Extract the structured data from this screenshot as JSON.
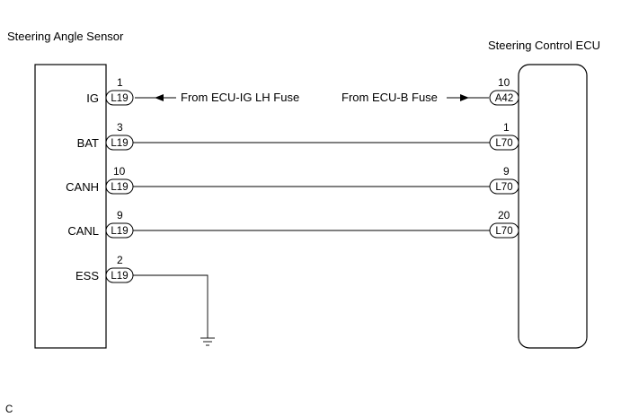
{
  "left_component": {
    "title": "Steering Angle Sensor"
  },
  "right_component": {
    "title": "Steering Control ECU"
  },
  "left_pins": [
    {
      "name": "IG",
      "pin": "1",
      "connector": "L19"
    },
    {
      "name": "BAT",
      "pin": "3",
      "connector": "L19"
    },
    {
      "name": "CANH",
      "pin": "10",
      "connector": "L19"
    },
    {
      "name": "CANL",
      "pin": "9",
      "connector": "L19"
    },
    {
      "name": "ESS",
      "pin": "2",
      "connector": "L19"
    }
  ],
  "right_pins": [
    {
      "pin": "10",
      "connector": "A42"
    },
    {
      "pin": "1",
      "connector": "L70"
    },
    {
      "pin": "9",
      "connector": "L70"
    },
    {
      "pin": "20",
      "connector": "L70"
    }
  ],
  "fuse_labels": {
    "left": "From ECU-IG LH Fuse",
    "right": "From ECU-B Fuse"
  },
  "corner_label": "C"
}
